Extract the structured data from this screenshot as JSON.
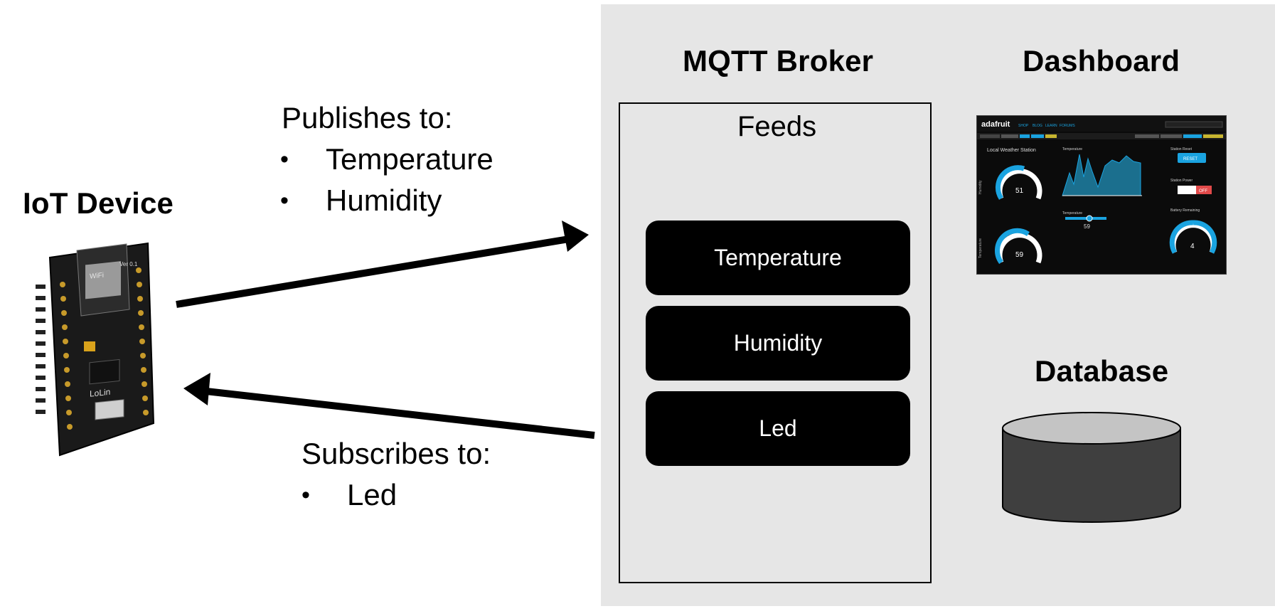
{
  "iot_device": {
    "title": "IoT Device",
    "board_text": {
      "brand": "LoLin",
      "version": "Ver 0.1"
    }
  },
  "publishes": {
    "heading": "Publishes to:",
    "items": [
      "Temperature",
      "Humidity"
    ]
  },
  "subscribes": {
    "heading": "Subscribes to:",
    "items": [
      "Led"
    ]
  },
  "broker": {
    "title": "MQTT Broker",
    "feeds_label": "Feeds",
    "feeds": [
      "Temperature",
      "Humidity",
      "Led"
    ]
  },
  "dashboard": {
    "title": "Dashboard",
    "screenshot": {
      "brand": "adafruit",
      "nav": [
        "SHOP",
        "BLOG",
        "LEARN",
        "FORUMS"
      ],
      "panel_title": "Local Weather Station",
      "gauge_humidity_value": "51",
      "gauge_temperature_value": "59",
      "slider_value": "59",
      "battery_value": "4",
      "reset_label": "RESET",
      "off_label": "OFF",
      "station_reset": "Station Reset",
      "station_power": "Station Power",
      "battery_label": "Battery Remaining",
      "chart_label": "Temperature",
      "slider_label": "Temperature",
      "axis_humidity": "Humidity",
      "axis_temperature": "Temperature"
    }
  },
  "database": {
    "title": "Database"
  },
  "colors": {
    "panel_bg": "#e6e6e6",
    "pill_bg": "#000000",
    "pill_text": "#ffffff",
    "db_top": "#c4c4c4",
    "db_body": "#3f3f3f",
    "dash_accent": "#1aa3e0"
  }
}
